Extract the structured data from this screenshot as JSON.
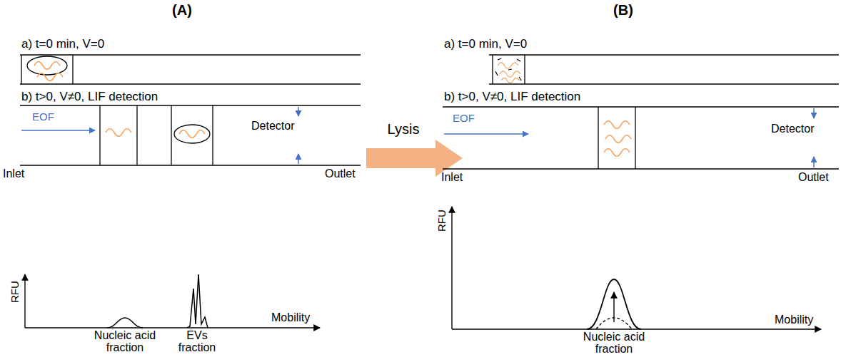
{
  "diagram": {
    "labels": [
      "(A)",
      "a) t=0 min, V=0",
      "b) t>0, V≠0, LIF detection",
      "EOF",
      "Detector",
      "Inlet",
      "Outlet",
      "RFU",
      "Nucleic acid fraction",
      "EVs fraction",
      "Mobility",
      "Lysis",
      "(B)",
      "a) t=0 min, V=0",
      "b) t>0, V≠0, LIF detection",
      "EOF",
      "Detector",
      "Inlet",
      "Outlet",
      "RFU",
      "Mobility",
      "Nucleic acid fraction"
    ]
  }
}
